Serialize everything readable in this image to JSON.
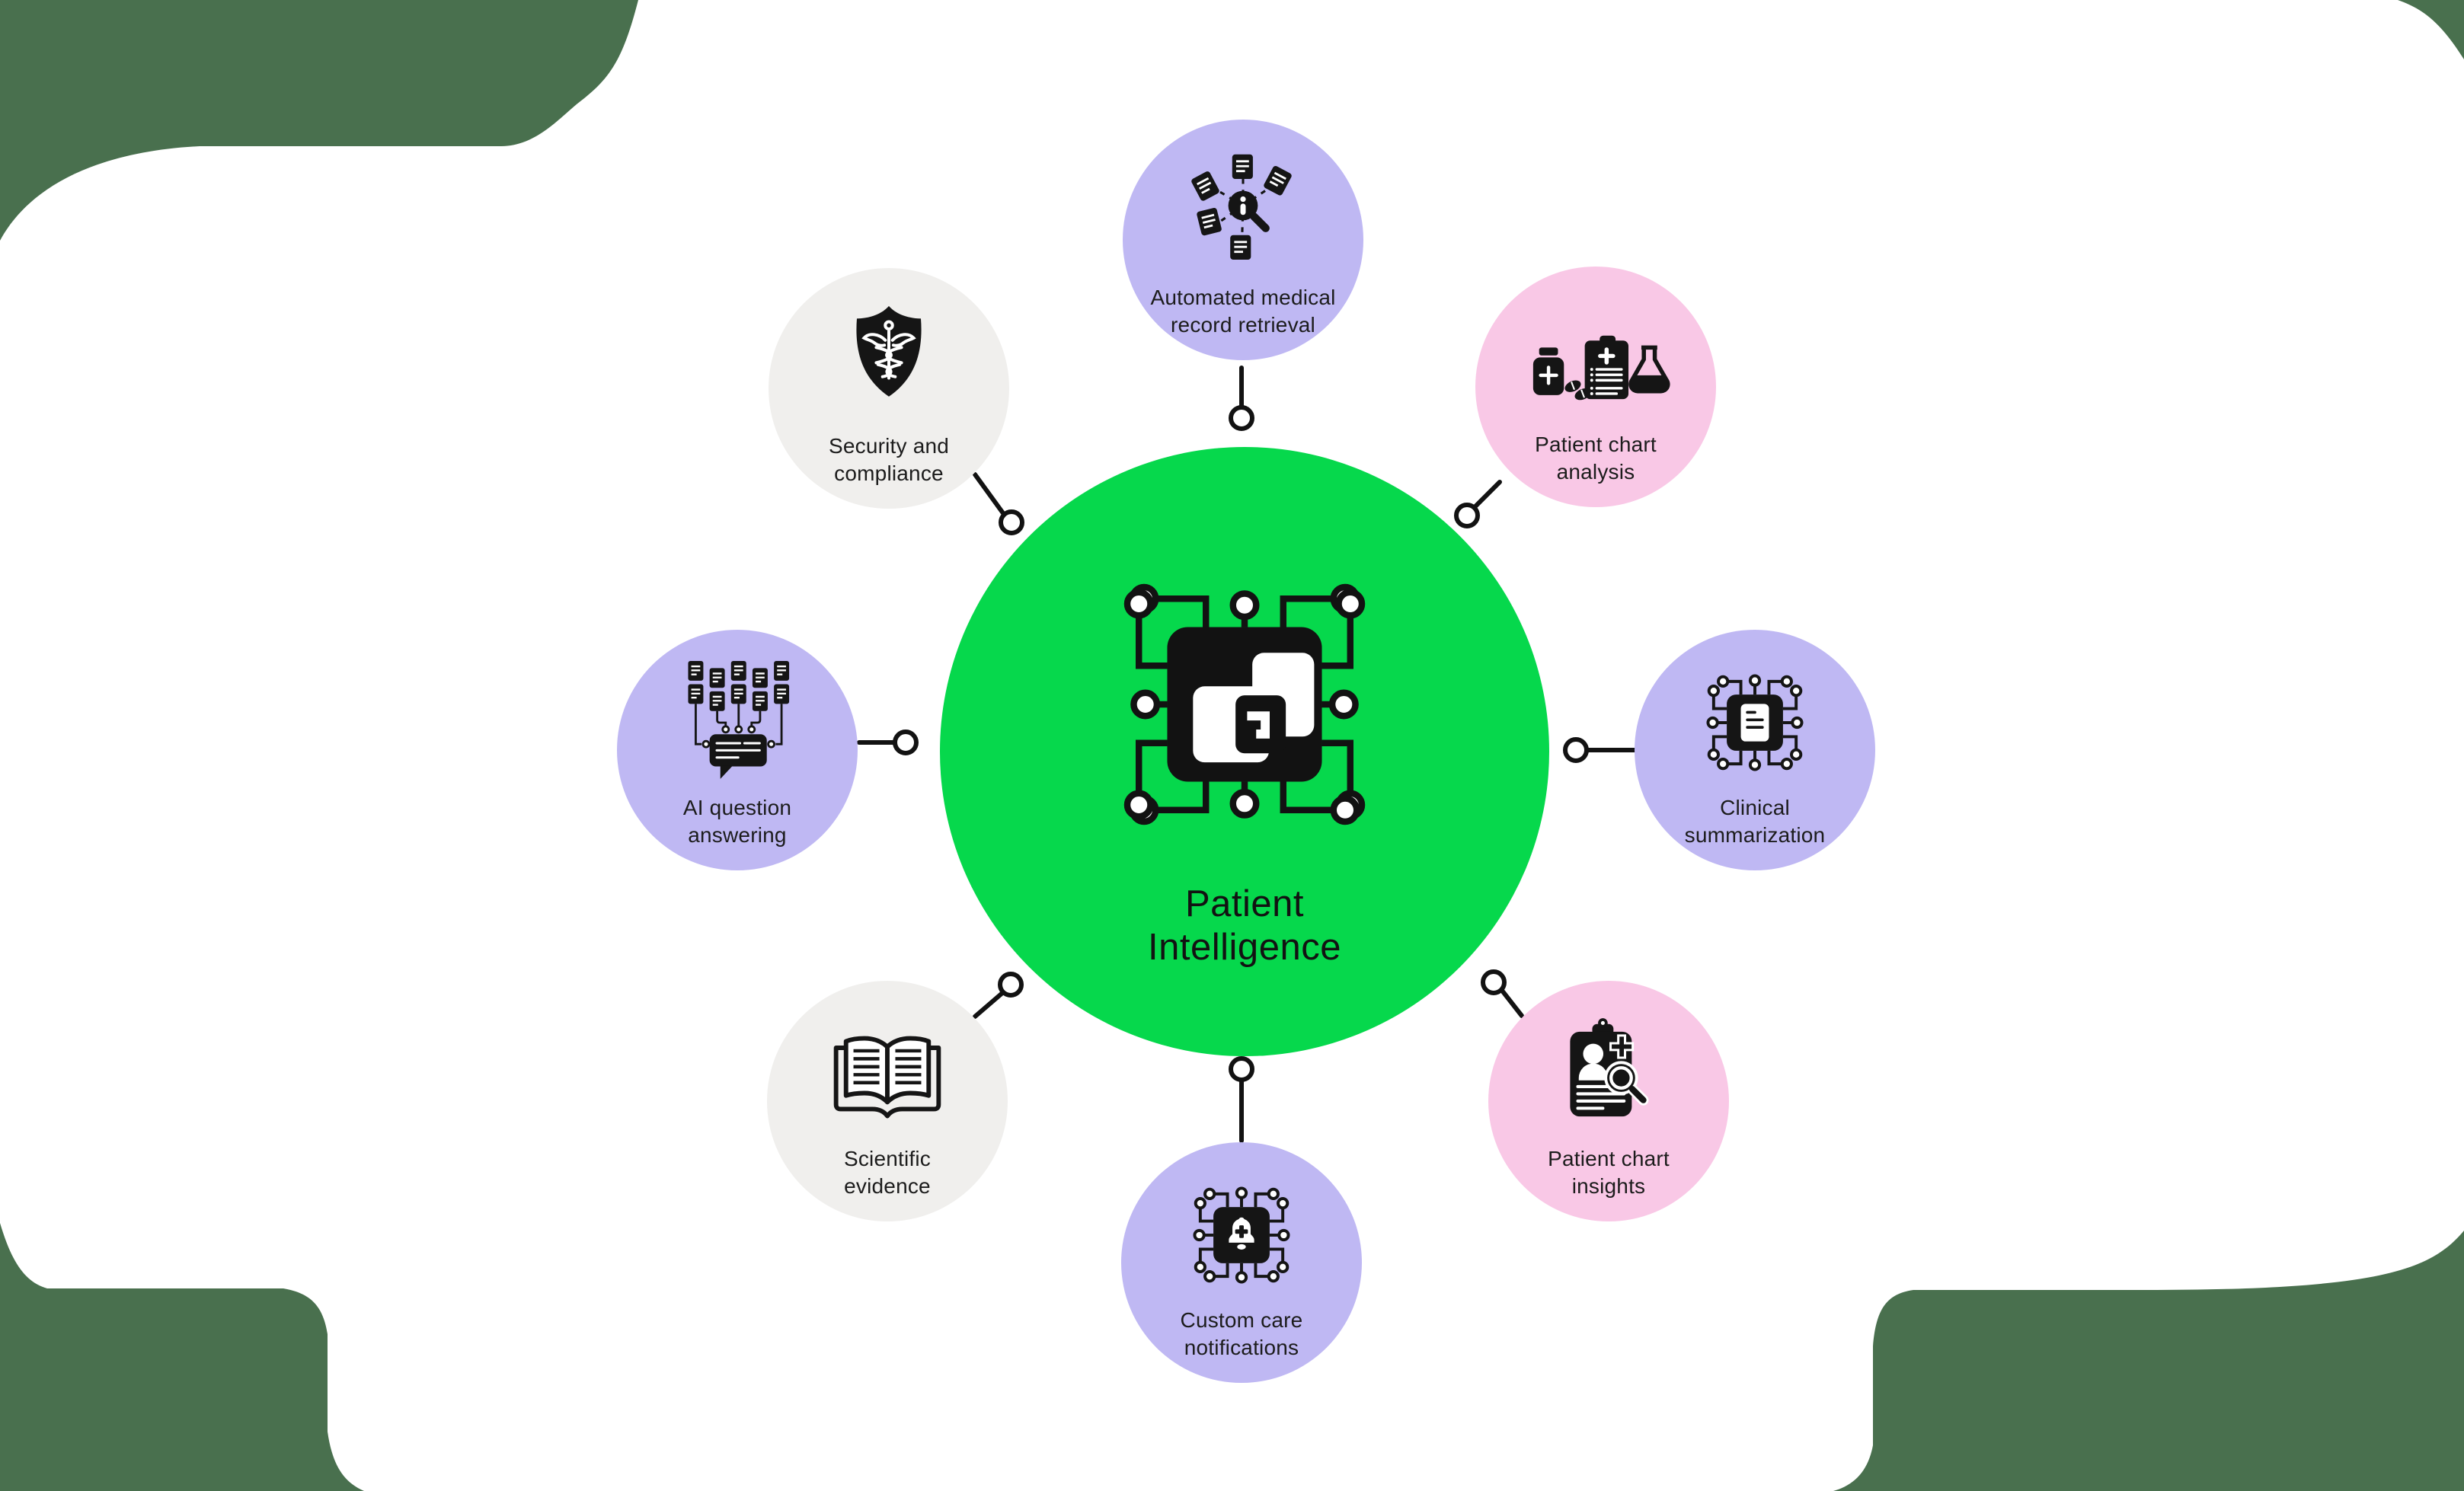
{
  "diagram": {
    "kind": "hub-and-spoke feature diagram",
    "background": {
      "canvas_color": "#ffffff",
      "corner_color": "#49704E"
    },
    "center": {
      "label": "Patient Intelligence",
      "lines": [
        "Patient",
        "Intelligence"
      ],
      "color": "#06D84C",
      "text_color": "#121212",
      "icon": "ai-chip-icon"
    },
    "satellites": [
      {
        "id": "automated-medical-record-retrieval",
        "position": "top",
        "label": "Automated medical record retrieval",
        "lines": [
          "Automated medical",
          "record retrieval"
        ],
        "color": "#BFB8F3",
        "icon": "medical-records-search-icon"
      },
      {
        "id": "patient-chart-analysis",
        "position": "top-right",
        "label": "Patient chart analysis",
        "lines": [
          "Patient chart",
          "analysis"
        ],
        "color": "#F9C8E6",
        "icon": "medication-clipboard-flask-icon"
      },
      {
        "id": "clinical-summarization",
        "position": "right",
        "label": "Clinical summarization",
        "lines": [
          "Clinical",
          "summarization"
        ],
        "color": "#BFB8F3",
        "icon": "chip-document-icon"
      },
      {
        "id": "patient-chart-insights",
        "position": "bottom-right",
        "label": "Patient chart insights",
        "lines": [
          "Patient chart",
          "insights"
        ],
        "color": "#F9C8E6",
        "icon": "clipboard-patient-magnifier-icon"
      },
      {
        "id": "custom-care-notifications",
        "position": "bottom",
        "label": "Custom care notifications",
        "lines": [
          "Custom care",
          "notifications"
        ],
        "color": "#BFB8F3",
        "icon": "chip-bell-icon"
      },
      {
        "id": "scientific-evidence",
        "position": "bottom-left",
        "label": "Scientific evidence",
        "lines": [
          "Scientific",
          "evidence"
        ],
        "color": "#F0EFED",
        "icon": "open-book-icon"
      },
      {
        "id": "ai-question-answering",
        "position": "left",
        "label": "AI question answering",
        "lines": [
          "AI question",
          "answering"
        ],
        "color": "#BFB8F3",
        "icon": "documents-chat-icon"
      },
      {
        "id": "security-and-compliance",
        "position": "top-left",
        "label": "Security and compliance",
        "lines": [
          "Security and",
          "compliance"
        ],
        "color": "#F0EFED",
        "icon": "shield-caduceus-icon"
      }
    ],
    "connector": {
      "line_color": "#121212",
      "node_style": "open-ring"
    }
  }
}
